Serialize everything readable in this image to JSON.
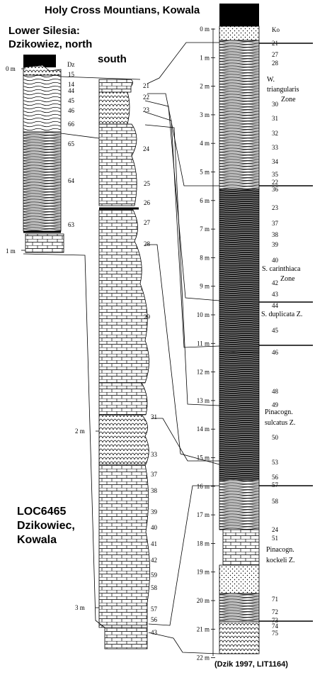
{
  "titles": {
    "holy_cross": "Holy Cross Mountians, Kowala",
    "lower_silesia_line1": "Lower Silesia:",
    "lower_silesia_line2": "Dzikowiez, north",
    "south": "south",
    "loc": "LOC6465\nDzikowiec,\nKowala",
    "credit": "(Dzik 1997, LIT1164)"
  },
  "column_headers": {
    "dz": "Dz",
    "ko": "Ko"
  },
  "north_section": {
    "depths": [
      "0 m",
      "1 m"
    ],
    "beds": [
      "15",
      "14",
      "44",
      "45",
      "46",
      "66",
      "65",
      "64",
      "63"
    ]
  },
  "south_section": {
    "depths": [
      "2 m",
      "3 m"
    ],
    "beds": [
      "21",
      "22",
      "23",
      "24",
      "25",
      "26",
      "27",
      "28",
      "29",
      "31",
      "33",
      "37",
      "38",
      "39",
      "40",
      "41",
      "42",
      "59",
      "58",
      "57",
      "56",
      "43"
    ]
  },
  "kowala_section": {
    "depths": [
      "0 m",
      "1 m",
      "2 m",
      "3 m",
      "4 m",
      "5 m",
      "6 m",
      "7 m",
      "8 m",
      "9 m",
      "10 m",
      "11 m",
      "12 m",
      "13 m",
      "14 m",
      "15 m",
      "16 m",
      "17 m",
      "18 m",
      "19 m",
      "20 m",
      "21 m",
      "22 m"
    ],
    "beds": [
      "21",
      "27",
      "28",
      "30",
      "31",
      "32",
      "33",
      "34",
      "35",
      "22",
      "36",
      "23",
      "37",
      "38",
      "39",
      "40",
      "42",
      "43",
      "44",
      "45",
      "46",
      "48",
      "49",
      "50",
      "53",
      "56",
      "57",
      "58",
      "24",
      "51",
      "71",
      "72",
      "73",
      "74",
      "75"
    ]
  },
  "zones": [
    "W.",
    "triangularis",
    "Zone",
    "S. carinthiaca",
    "Zone",
    "S. duplicata Z.",
    "Pinacogn.",
    "sulcatus Z.",
    "Pinacogn.",
    "kockeli Z."
  ]
}
